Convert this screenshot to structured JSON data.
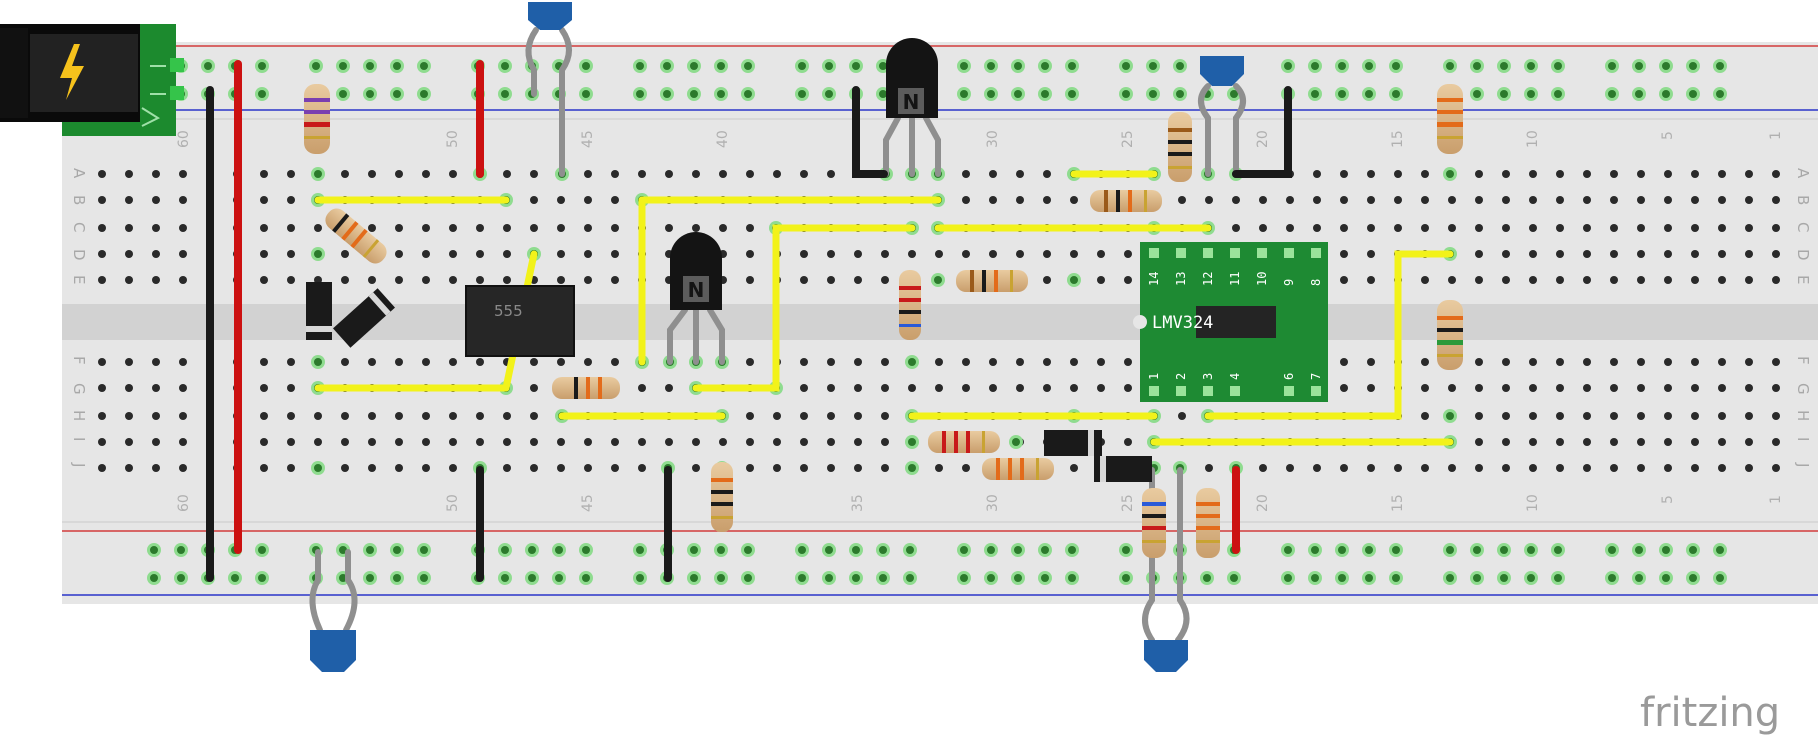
{
  "board": {
    "column_labels_top": [
      "60",
      "50",
      "45",
      "40",
      "30",
      "25",
      "20",
      "15",
      "10",
      "5",
      "1"
    ],
    "column_labels_bottom": [
      "60",
      "50",
      "45",
      "35",
      "30",
      "25",
      "20",
      "15",
      "10",
      "5",
      "1"
    ],
    "row_labels_top": [
      "A",
      "B",
      "C",
      "D",
      "E"
    ],
    "row_labels_bottom": [
      "F",
      "G",
      "H",
      "I",
      "J"
    ]
  },
  "components": {
    "timer_ic_label": "555",
    "opamp_label": "LMV324",
    "opamp_pins_top": [
      "14",
      "13",
      "12",
      "11",
      "10",
      "9",
      "8"
    ],
    "opamp_pins_bottom": [
      "1",
      "2",
      "3",
      "4",
      "6",
      "7"
    ],
    "transistor_mark": "N"
  },
  "colors": {
    "wire_signal": "#f2f21a",
    "wire_power": "#cc1111",
    "wire_ground": "#1a1a1a",
    "capacitor": "#1f5fa8",
    "opamp_board": "#1e8a33",
    "jack_board": "#1c8a2e"
  },
  "watermark": "fritzing"
}
